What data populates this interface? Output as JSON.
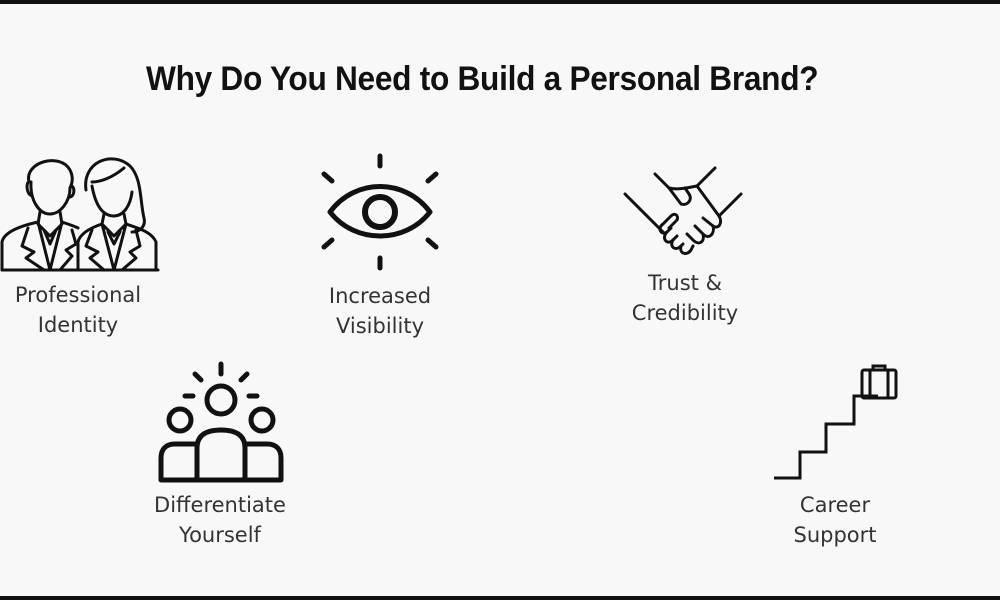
{
  "title": "Why Do You Need to Build a Personal Brand?",
  "items": [
    {
      "id": "professional-identity",
      "icon": "professionals-icon",
      "line1": "Professional",
      "line2": "Identity"
    },
    {
      "id": "increased-visibility",
      "icon": "eye-icon",
      "line1": "Increased",
      "line2": "Visibility"
    },
    {
      "id": "trust-credibility",
      "icon": "handshake-icon",
      "line1": "Trust &",
      "line2": "Credibility"
    },
    {
      "id": "differentiate-yourself",
      "icon": "standout-person-icon",
      "line1": "Differentiate",
      "line2": "Yourself"
    },
    {
      "id": "career-support",
      "icon": "career-stairs-icon",
      "line1": "Career",
      "line2": "Support"
    }
  ],
  "colors": {
    "background": "#f8f8f8",
    "text": "#111111",
    "label": "#333333"
  }
}
